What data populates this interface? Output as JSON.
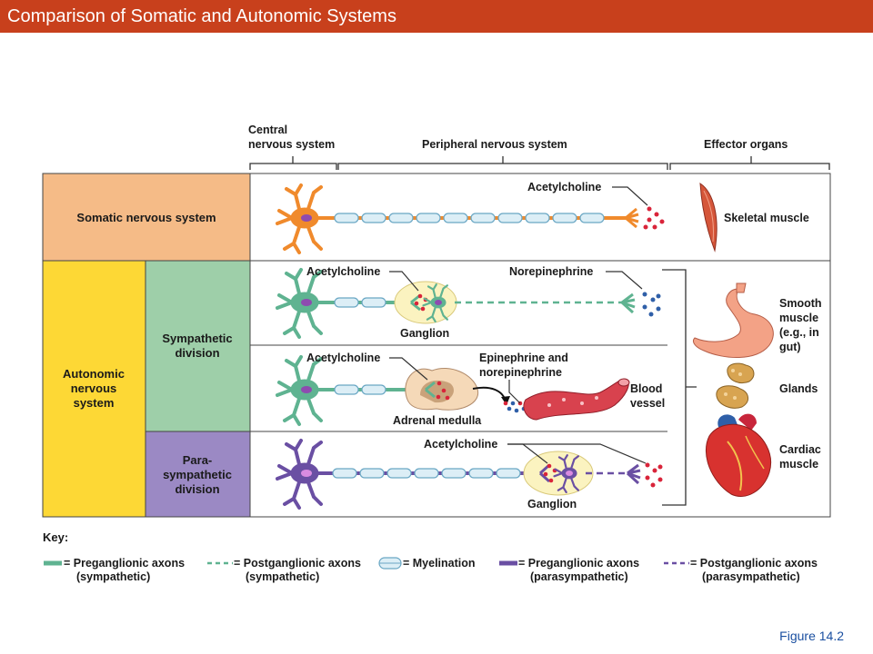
{
  "title": "Comparison of Somatic and Autonomic Systems",
  "header": {
    "cns": [
      "Central",
      "nervous system"
    ],
    "pns": "Peripheral nervous system",
    "effectors": "Effector organs"
  },
  "rows": {
    "somatic": "Somatic nervous system",
    "autonomic": [
      "Autonomic",
      "nervous",
      "system"
    ],
    "sympathetic": [
      "Sympathetic",
      "division"
    ],
    "parasympathetic": [
      "Para-",
      "sympathetic",
      "division"
    ]
  },
  "labels": {
    "ach": "Acetylcholine",
    "ne": "Norepinephrine",
    "epi": [
      "Epinephrine and",
      "norepinephrine"
    ],
    "ganglion": "Ganglion",
    "adrenal": "Adrenal medulla",
    "blood": [
      "Blood",
      "vessel"
    ]
  },
  "effectors": {
    "skeletal": "Skeletal muscle",
    "smooth": [
      "Smooth",
      "muscle",
      "(e.g., in",
      "gut)"
    ],
    "glands": "Glands",
    "cardiac": [
      "Cardiac",
      "muscle"
    ]
  },
  "key": {
    "title": "Key:",
    "items": [
      [
        "= Preganglionic axons",
        "(sympathetic)"
      ],
      [
        "= Postganglionic axons",
        "(sympathetic)"
      ],
      [
        "= Myelination",
        ""
      ],
      [
        "= Preganglionic axons",
        "(parasympathetic)"
      ],
      [
        "= Postganglionic axons",
        "(parasympathetic)"
      ]
    ]
  },
  "figure": "Figure 14.2",
  "colors": {
    "title_bar": "#c8401c",
    "somatic": "#f5bb87",
    "autonomic": "#fdd835",
    "sympathetic": "#9ecfa9",
    "parasympathetic": "#9b89c4",
    "somatic_neuron": "#f08a2c",
    "sympathetic_neuron": "#5fb391",
    "parasympathetic_neuron": "#6a4fa3"
  }
}
